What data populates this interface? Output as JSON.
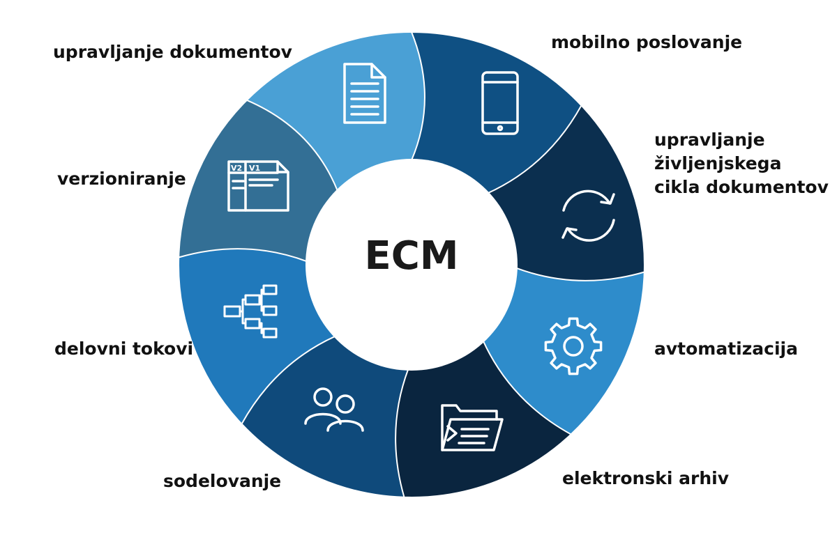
{
  "center": {
    "label": "ECM"
  },
  "segments": [
    {
      "label_lines": [
        "mobilno poslovanje"
      ],
      "icon": "smartphone-icon",
      "color": "#0f5083"
    },
    {
      "label_lines": [
        "upravljanje",
        "življenjskega",
        "cikla dokumentov"
      ],
      "icon": "refresh-cycle-icon",
      "color": "#0b2f4f"
    },
    {
      "label_lines": [
        "avtomatizacija"
      ],
      "icon": "gear-icon",
      "color": "#2e8ccb"
    },
    {
      "label_lines": [
        "elektronski arhiv"
      ],
      "icon": "archive-folder-icon",
      "color": "#0a253f"
    },
    {
      "label_lines": [
        "sodelovanje"
      ],
      "icon": "users-icon",
      "color": "#0f4a7b"
    },
    {
      "label_lines": [
        "delovni tokovi"
      ],
      "icon": "workflow-icon",
      "color": "#2079bb"
    },
    {
      "label_lines": [
        "verzioniranje"
      ],
      "icon": "version-document-icon",
      "color": "#336f95"
    },
    {
      "label_lines": [
        "upravljanje dokumentov"
      ],
      "icon": "document-icon",
      "color": "#4aa0d5"
    }
  ]
}
